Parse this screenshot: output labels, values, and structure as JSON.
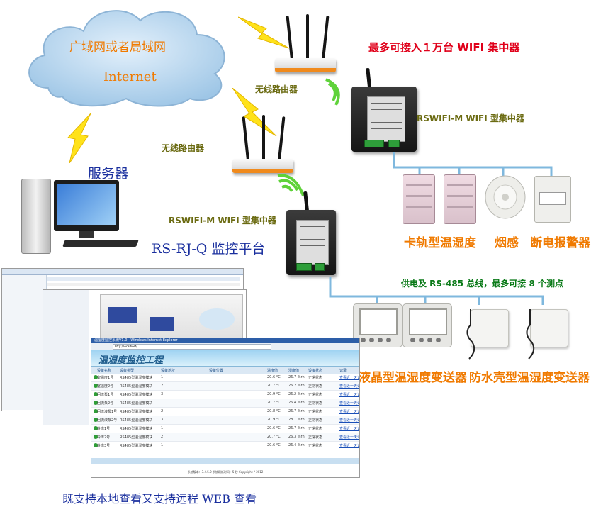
{
  "cloud": {
    "wan_label": "广域网或者局域网",
    "internet_label": "Internet"
  },
  "labels": {
    "max_hubs": "最多可接入１万台 WIFI 集中器",
    "router_1": "无线路由器",
    "router_2": "无线路由器",
    "hub_1": "RSWIFI-M WIFI 型集中器",
    "hub_2": "RSWIFI-M WIFI 型集中器",
    "server": "服务器",
    "platform": "RS-RJ-Q 监控平台",
    "rail_sensor": "卡轨型温湿度",
    "smoke": "烟感",
    "power_alarm": "断电报警器",
    "bus_note": "供电及 RS-485 总线，最多可接 8 个测点",
    "lcd_sensor": "液晶型温湿度变送器",
    "waterproof_sensor": "防水壳型温湿度变送器",
    "footer": "既支持本地查看又支持远程 WEB 查看"
  },
  "screenshot": {
    "title": "温湿度监控工程",
    "window_bar": "温湿度监控系统V1.0 - Windows Internet Explorer",
    "address": "http://localhost/",
    "columns": [
      "设备名称",
      "设备类型",
      "设备地址",
      "设备位置",
      "温度值",
      "湿度值",
      "设备状态",
      "记录"
    ],
    "rows": [
      {
        "name": "室温度1号",
        "type": "RS485型温湿度模块",
        "addr": "1",
        "temp": "20.6 °C",
        "hum": "26.7 %rh",
        "status": "正常状态",
        "rec": "查看近一天记录"
      },
      {
        "name": "室温度2号",
        "type": "RS485型温湿度模块",
        "addr": "2",
        "temp": "20.7 °C",
        "hum": "26.2 %rh",
        "status": "正常状态",
        "rec": "查看近一天记录"
      },
      {
        "name": "回流泵1号",
        "type": "RS485型温湿度模块",
        "addr": "3",
        "temp": "20.9 °C",
        "hum": "26.2 %rh",
        "status": "正常状态",
        "rec": "查看近一天记录"
      },
      {
        "name": "回流泵2号",
        "type": "RS485型温湿度模块",
        "addr": "1",
        "temp": "20.7 °C",
        "hum": "26.4 %rh",
        "status": "正常状态",
        "rec": "查看近一天记录"
      },
      {
        "name": "回流液泵1号",
        "type": "RS485型温湿度模块",
        "addr": "2",
        "temp": "20.8 °C",
        "hum": "26.7 %rh",
        "status": "正常状态",
        "rec": "查看近一天记录"
      },
      {
        "name": "回流液泵2号",
        "type": "RS485型温湿度模块",
        "addr": "3",
        "temp": "20.9 °C",
        "hum": "28.1 %rh",
        "status": "正常状态",
        "rec": "查看近一天记录"
      },
      {
        "name": "冷库1号",
        "type": "RS485型温湿度模块",
        "addr": "1",
        "temp": "20.6 °C",
        "hum": "26.7 %rh",
        "status": "正常状态",
        "rec": "查看近一天记录"
      },
      {
        "name": "冷库2号",
        "type": "RS485型温湿度模块",
        "addr": "2",
        "temp": "20.7 °C",
        "hum": "26.3 %rh",
        "status": "正常状态",
        "rec": "查看近一天记录"
      },
      {
        "name": "冷库3号",
        "type": "RS485型温湿度模块",
        "addr": "1",
        "temp": "20.6 °C",
        "hum": "26.4 %rh",
        "status": "正常状态",
        "rec": "查看近一天记录"
      }
    ],
    "footer_text": "系统版本：3.4.5.0  系统刷新时间：5 秒 Copyright ? 2012"
  },
  "colors": {
    "red": "#e0001a",
    "blue": "#1a2f9e",
    "orange": "#f07a00",
    "green": "#0a7a18",
    "bolt": "#ffe21a",
    "wifi": "#5fd23a"
  }
}
